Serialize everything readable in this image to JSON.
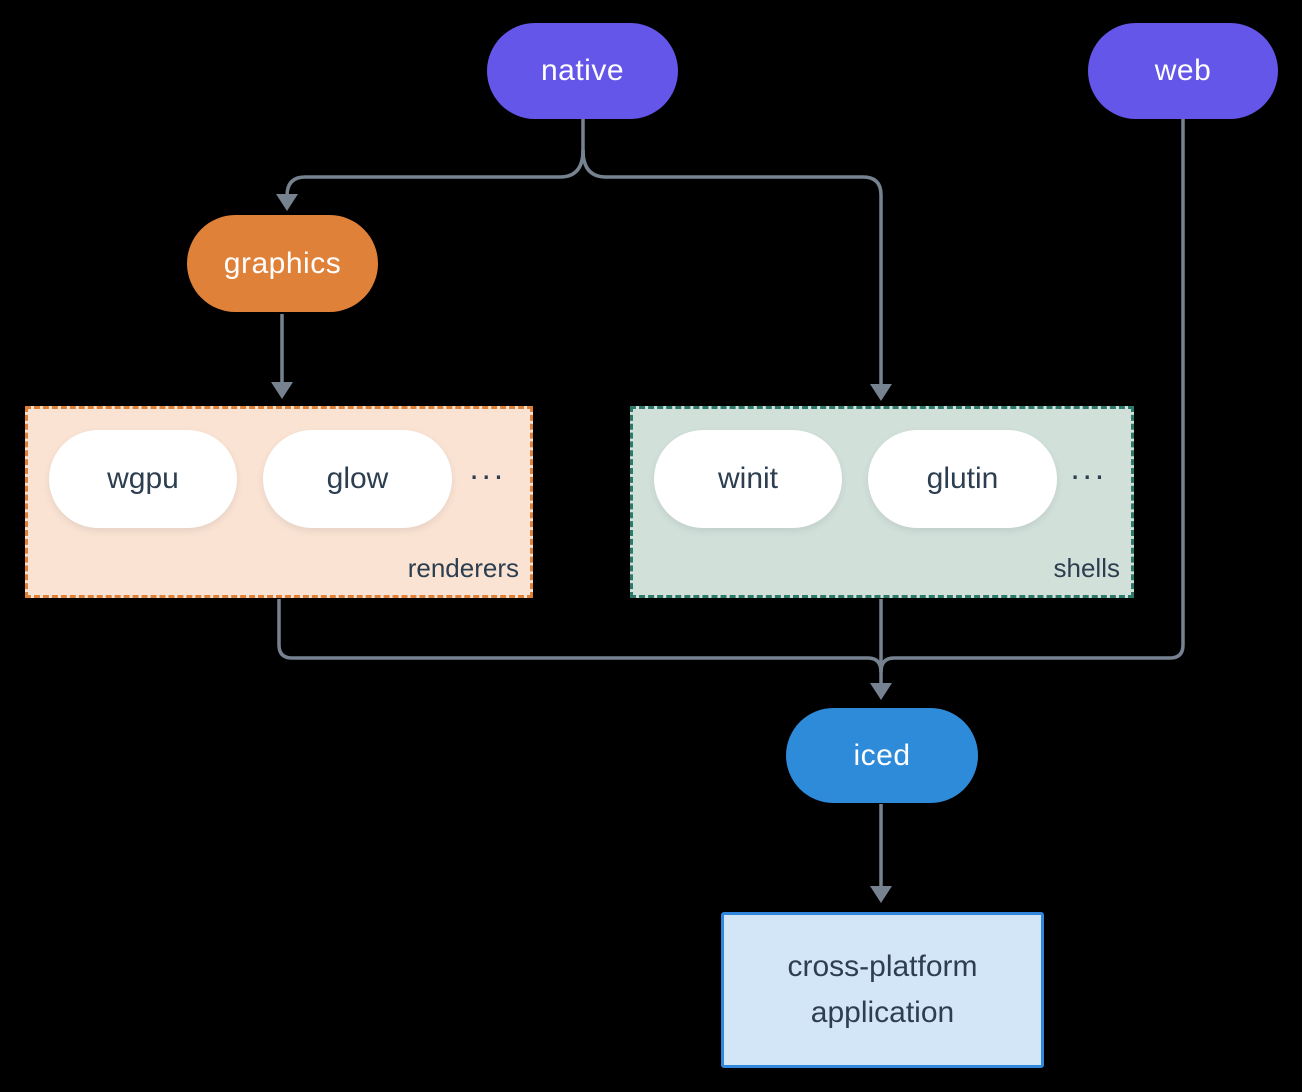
{
  "diagram": {
    "nodes": {
      "native": {
        "label": "native",
        "color": "#6456E9",
        "text_color": "#FFFFFF"
      },
      "web": {
        "label": "web",
        "color": "#6456E9",
        "text_color": "#FFFFFF"
      },
      "graphics": {
        "label": "graphics",
        "color": "#DF8139",
        "text_color": "#FFFFFF"
      },
      "iced": {
        "label": "iced",
        "color": "#2E8BDA",
        "text_color": "#FFFFFF"
      }
    },
    "groups": {
      "renderers": {
        "label": "renderers",
        "items": [
          "wgpu",
          "glow"
        ],
        "ellipsis": "...",
        "fill": "#FAE3D3",
        "border_color": "#DF8139",
        "border_style": "dashed"
      },
      "shells": {
        "label": "shells",
        "items": [
          "winit",
          "glutin"
        ],
        "ellipsis": "...",
        "fill": "#D2E0DA",
        "border_color": "#2C7A6C",
        "border_style": "dashed"
      }
    },
    "app_box": {
      "line1": "cross-platform",
      "line2": "application",
      "fill": "#D3E6F8",
      "border_color": "#3187DB"
    },
    "edges": [
      {
        "from": "native",
        "to": "graphics"
      },
      {
        "from": "native",
        "to": "shells"
      },
      {
        "from": "graphics",
        "to": "renderers"
      },
      {
        "from": "renderers",
        "to": "iced"
      },
      {
        "from": "shells",
        "to": "iced"
      },
      {
        "from": "web",
        "to": "iced"
      },
      {
        "from": "iced",
        "to": "cross-platform application"
      }
    ],
    "colors": {
      "background": "#000000",
      "connector": "#76828F",
      "item_text": "#2D3E50"
    }
  }
}
